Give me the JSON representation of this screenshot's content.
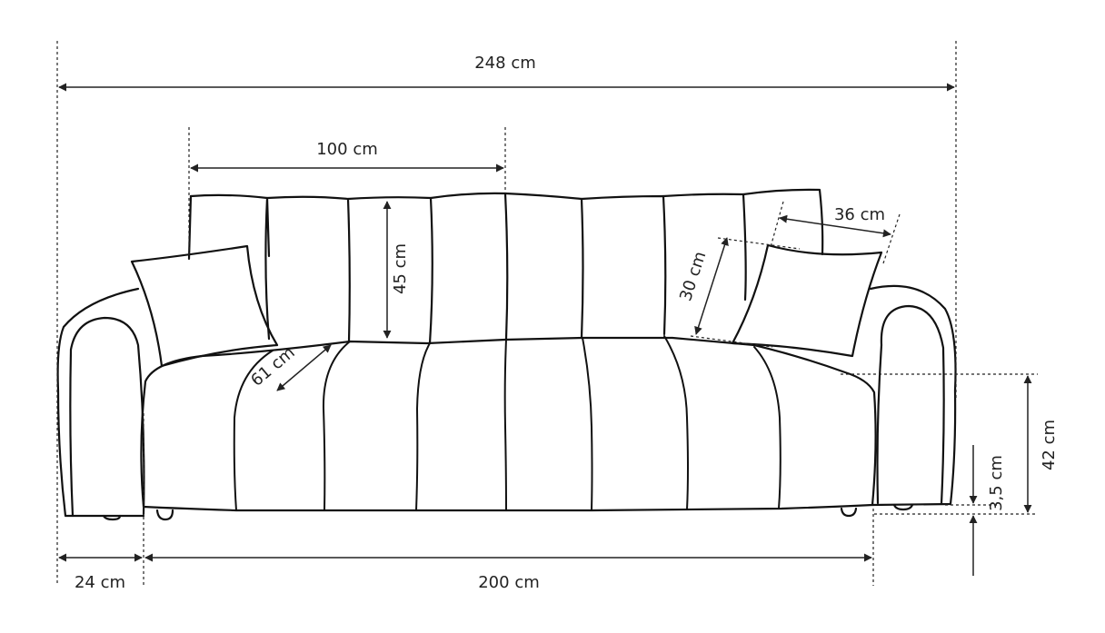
{
  "dimensions": {
    "total_width": "248 cm",
    "backrest_section": "100 cm",
    "back_cushion_height": "45 cm",
    "seat_depth": "61 cm",
    "pillow_height": "30 cm",
    "pillow_width": "36 cm",
    "seat_height": "42 cm",
    "leg_height": "3,5 cm",
    "armrest_width": "24 cm",
    "seat_width": "200 cm"
  },
  "colors": {
    "line": "#111111",
    "background": "#ffffff"
  }
}
